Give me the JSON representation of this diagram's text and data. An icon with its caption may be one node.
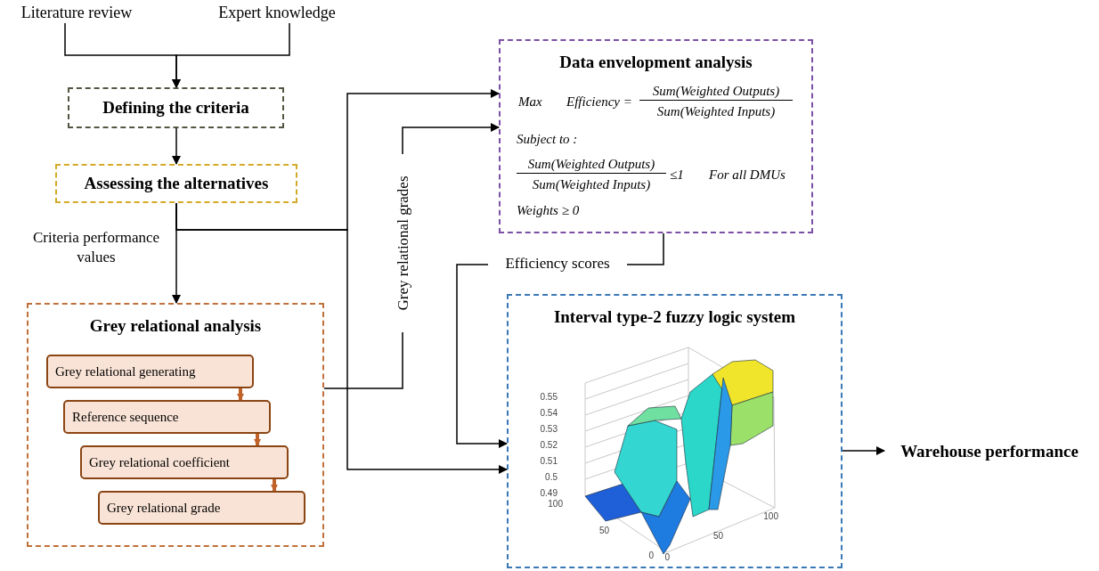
{
  "diagram": {
    "nodes": [
      {
        "text": [
          "Literature review"
        ]
      },
      {
        "text": [
          "Expert knowledge"
        ]
      },
      {
        "text": [
          "Defining the criteria"
        ]
      },
      {
        "text": [
          "Assessing the alternatives"
        ]
      },
      {
        "text": [
          "Grey relational analysis"
        ]
      },
      {
        "text": [
          "Grey relational generating"
        ],
        "in": 4
      },
      {
        "text": [
          "Reference sequence"
        ],
        "in": 4
      },
      {
        "text": [
          "Grey relational coefficient"
        ],
        "in": 4
      },
      {
        "text": [
          "Grey relational grade"
        ],
        "in": 4
      },
      {
        "text": [
          "Data envelopment analysis",
          "Max",
          "Efficiency =",
          "Sum(Weighted Outputs)",
          "Sum(Weighted Inputs)",
          "Subject to :",
          "Sum(Weighted Outputs)",
          "Sum(Weighted Inputs)",
          "≤1",
          "For all DMUs",
          "Weights ≥ 0"
        ]
      },
      {
        "text": [
          "Interval type-2 fuzzy logic system"
        ]
      },
      {
        "text": [
          "Warehouse performance"
        ]
      }
    ],
    "edges": [
      {
        "from": 0,
        "to": 2,
        "arrow": "to"
      },
      {
        "from": 1,
        "to": 2,
        "arrow": "to"
      },
      {
        "from": 2,
        "to": 3,
        "arrow": "to"
      },
      {
        "from": 3,
        "to": 4,
        "arrow": "to",
        "label": "Criteria performance values"
      },
      {
        "from": 3,
        "to": 9,
        "arrow": "to"
      },
      {
        "from": 3,
        "to": 10,
        "arrow": "to"
      },
      {
        "from": 4,
        "to": 9,
        "arrow": "to",
        "label": "Grey relational grades"
      },
      {
        "from": 9,
        "to": 10,
        "arrow": "to",
        "label": "Efficiency scores"
      },
      {
        "from": 10,
        "to": 11,
        "arrow": "to"
      },
      {
        "from": 5,
        "to": 6,
        "arrow": "to",
        "style": "thick",
        "color": "#c0622a"
      },
      {
        "from": 6,
        "to": 7,
        "arrow": "to",
        "style": "thick",
        "color": "#c0622a"
      },
      {
        "from": 7,
        "to": 8,
        "arrow": "to",
        "style": "thick",
        "color": "#c0622a"
      }
    ],
    "labels": [
      "0.55",
      "0.54",
      "0.53",
      "0.52",
      "0.51",
      "0.5",
      "0.49",
      "100",
      "50",
      "0",
      "0",
      "50",
      "100"
    ]
  }
}
